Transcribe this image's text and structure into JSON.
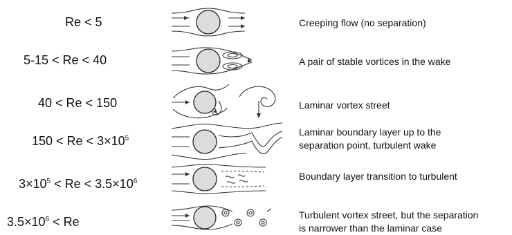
{
  "rows": [
    {
      "regime": "Re < 5",
      "description": "Creeping flow (no separation)",
      "figure_icon": "creeping-flow-icon"
    },
    {
      "regime": "5-15 < Re < 40",
      "description": "A pair of stable vortices in the wake",
      "figure_icon": "stable-vortex-pair-icon"
    },
    {
      "regime": "40 < Re < 150",
      "description": "Laminar vortex street",
      "figure_icon": "laminar-vortex-street-icon"
    },
    {
      "regime_parts": [
        "150 < Re < 3×10",
        "5"
      ],
      "description_lines": [
        "Laminar boundary layer up to the",
        "separation point, turbulent wake"
      ],
      "figure_icon": "turbulent-wake-icon"
    },
    {
      "regime_parts": [
        "3×10",
        "5",
        " < Re < 3.5×10",
        "6"
      ],
      "description": "Boundary layer transition to turbulent",
      "figure_icon": "transition-icon"
    },
    {
      "regime_parts": [
        "3.5×10",
        "6",
        " < Re"
      ],
      "description_lines": [
        "Turbulent vortex street, but the separation",
        "is narrower than the laminar case"
      ],
      "figure_icon": "turbulent-vortex-street-icon"
    }
  ]
}
